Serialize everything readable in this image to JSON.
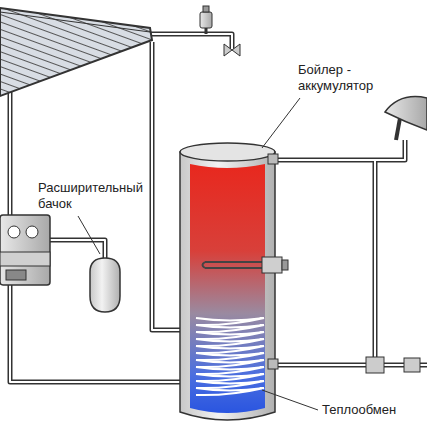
{
  "diagram": {
    "labels": [
      "Бойлер - аккумулятор",
      "Расширительный бачок",
      "Теплообмен"
    ]
  }
}
